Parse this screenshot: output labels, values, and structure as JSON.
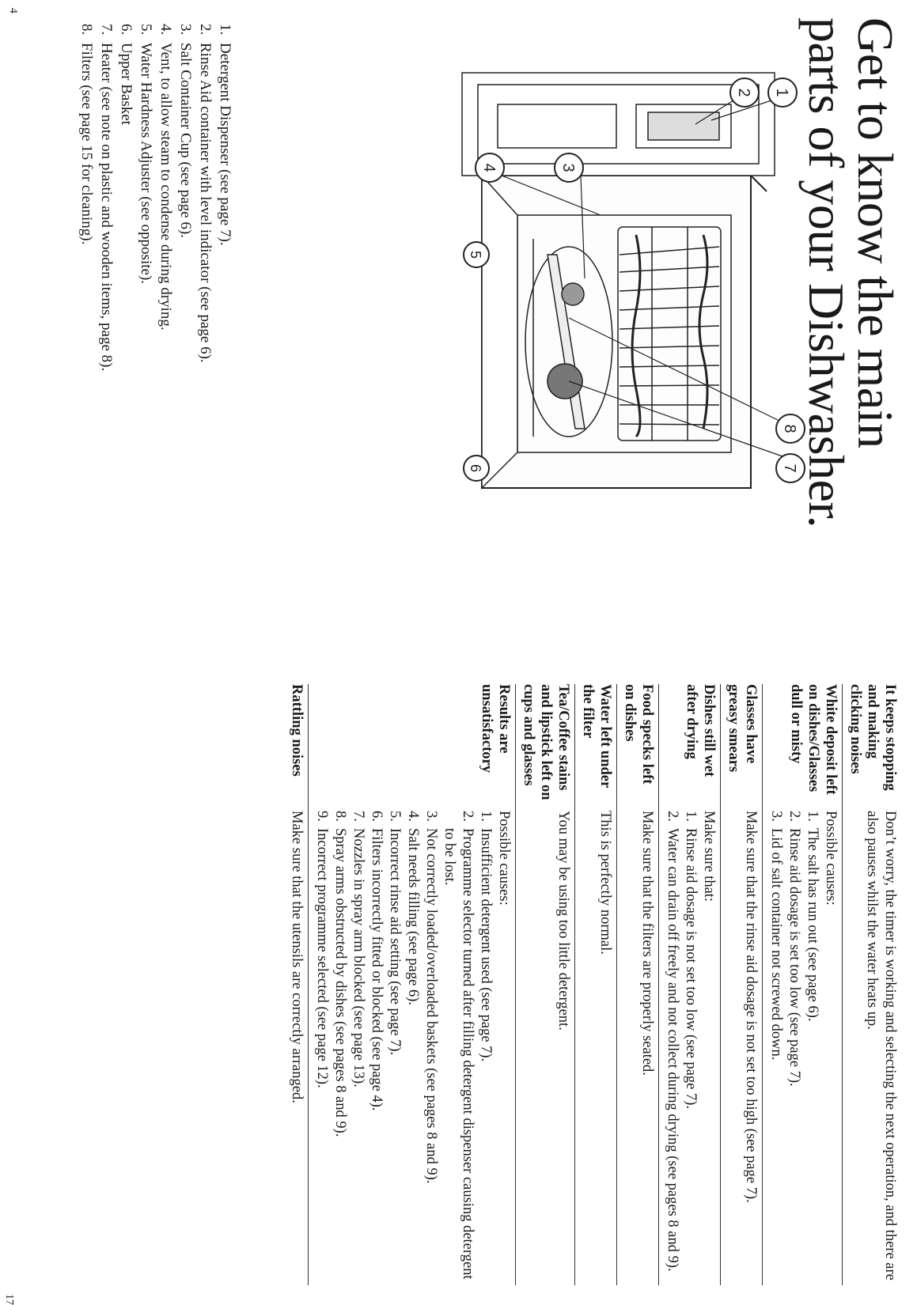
{
  "left_page": {
    "title_lines": [
      "Get to know the main",
      "parts of your Dishwasher."
    ],
    "callouts": [
      "1",
      "2",
      "3",
      "4",
      "5",
      "6",
      "7",
      "8"
    ],
    "parts": [
      {
        "num": "1.",
        "text": "Detergent Dispenser (see page 7)."
      },
      {
        "num": "2.",
        "text": "Rinse Aid container with level indicator (see page 6)."
      },
      {
        "num": "3.",
        "text": "Salt Container Cup (see page 6)."
      },
      {
        "num": "4.",
        "text": "Vent, to allow steam to condense during drying."
      },
      {
        "num": "5.",
        "text": "Water Hardness Adjuster (see opposite)."
      },
      {
        "num": "6.",
        "text": "Upper Basket"
      },
      {
        "num": "7.",
        "text": "Heater (see note on plastic and wooden items, page 8)."
      },
      {
        "num": "8.",
        "text": "Filters (see page 15 for cleaning)."
      }
    ],
    "page_number": "4"
  },
  "right_page": {
    "rows": [
      {
        "problem": "It keeps stopping and making clicking noises",
        "remedy": "Don’t worry, the timer is working and selecting the next operation, and there are also pauses whilst the water heats up."
      },
      {
        "problem": "White deposit left on dishes/Glasses dull or misty",
        "intro": "Possible causes:",
        "items": [
          {
            "num": "1.",
            "text": "The salt has run out (see page 6)."
          },
          {
            "num": "2.",
            "text": "Rinse aid dosage is set too low (see page 7)."
          },
          {
            "num": "3.",
            "text": "Lid of salt container not screwed down."
          }
        ]
      },
      {
        "problem": "Glasses have greasy smears",
        "remedy": "Make sure that the rinse aid dosage is not set too high (see page 7)."
      },
      {
        "problem": "Dishes still wet after drying",
        "intro": "Make sure that:",
        "items": [
          {
            "num": "1.",
            "text": "Rinse aid dosage is not set too low (see page 7)."
          },
          {
            "num": "2.",
            "text": "Water can drain off freely and not collect during drying (see pages 8 and 9)."
          }
        ]
      },
      {
        "problem": "Food specks left on dishes",
        "remedy": "Make sure that the filters are properly seated."
      },
      {
        "problem": "Water left under the filter",
        "remedy": "This is perfectly normal."
      },
      {
        "problem": "Tea/Coffee stains and lipstick left on cups and glasses",
        "remedy": "You may be using too little detergent."
      },
      {
        "problem": "Results are unsatisfactory",
        "intro": "Possible causes:",
        "items": [
          {
            "num": "1.",
            "text": "Insufficient detergent used (see page 7)."
          },
          {
            "num": "2.",
            "text": "Programme selector turned after filling detergent dispenser causing detergent to be lost."
          },
          {
            "num": "3.",
            "text": "Not correctly loaded/overloaded baskets (see pages 8 and 9)."
          },
          {
            "num": "4.",
            "text": "Salt needs filling (see page 6)."
          },
          {
            "num": "5.",
            "text": "Incorrect rinse aid setting (see page 7)."
          },
          {
            "num": "6.",
            "text": "Filters incorrectly fitted or blocked (see page 4)."
          },
          {
            "num": "7.",
            "text": "Nozzles in spray arm blocked (see page 13)."
          },
          {
            "num": "8.",
            "text": "Spray arms obstructed by dishes (see pages 8 and 9)."
          },
          {
            "num": "9.",
            "text": "Incorrect programme selected (see page 12)."
          }
        ]
      },
      {
        "problem": "Rattling noises",
        "remedy": "Make sure that the utensils are correctly arranged."
      }
    ],
    "page_number": "17"
  }
}
